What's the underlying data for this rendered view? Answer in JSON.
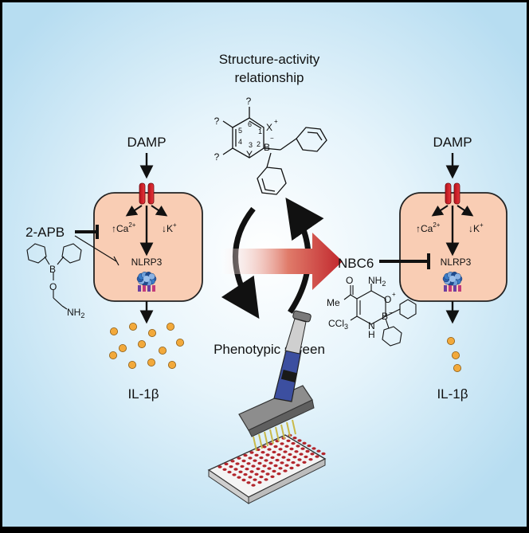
{
  "title_line1": "Structure-activity",
  "title_line2": "relationship",
  "left": {
    "damp": "DAMP",
    "ca": "Ca",
    "ca_charge": "2+",
    "k": "K",
    "k_charge": "+",
    "inflammasome": "NLRP3",
    "inhibitor": "2-APB",
    "product": "IL-1β",
    "amine": "NH",
    "amine_sub": "2",
    "boron": "B",
    "oxygen": "O"
  },
  "right": {
    "damp": "DAMP",
    "ca": "Ca",
    "ca_charge": "2+",
    "k": "K",
    "k_charge": "+",
    "inflammasome": "NLRP3",
    "inhibitor": "NBC6",
    "product": "IL-1β",
    "nh2": "NH",
    "nh2_sub": "2",
    "me": "Me",
    "o_top": "O",
    "o_ring": "O",
    "o_charge": "+",
    "boron": "B",
    "b_charge": "−",
    "nh": "N",
    "h": "H",
    "ccl3": "Cl",
    "ccl3_sub": "3",
    "ccl3_c": "C"
  },
  "center": {
    "screen_label": "Phenotypic screen",
    "q1": "?",
    "q2": "?",
    "q3": "?",
    "x": "X",
    "x_charge": "+",
    "y": "Y",
    "b": "B",
    "b_charge": "−",
    "n1": "1",
    "n2": "2",
    "n3": "3",
    "n4": "4",
    "n5": "5",
    "n6": "6"
  }
}
